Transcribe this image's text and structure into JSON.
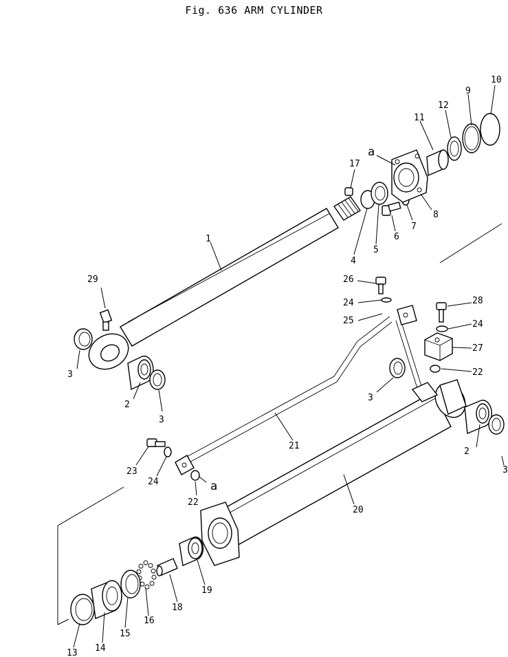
{
  "figure": {
    "title": "Fig. 636  ARM CYLINDER"
  },
  "callouts": [
    {
      "id": "c1",
      "text": "1"
    },
    {
      "id": "c2a",
      "text": "2"
    },
    {
      "id": "c2b",
      "text": "2"
    },
    {
      "id": "c3a",
      "text": "3"
    },
    {
      "id": "c3b",
      "text": "3"
    },
    {
      "id": "c3c",
      "text": "3"
    },
    {
      "id": "c3d",
      "text": "3"
    },
    {
      "id": "c4",
      "text": "4"
    },
    {
      "id": "c5",
      "text": "5"
    },
    {
      "id": "c6",
      "text": "6"
    },
    {
      "id": "c7",
      "text": "7"
    },
    {
      "id": "c8",
      "text": "8"
    },
    {
      "id": "c9",
      "text": "9"
    },
    {
      "id": "c10",
      "text": "10"
    },
    {
      "id": "c11",
      "text": "11"
    },
    {
      "id": "c12",
      "text": "12"
    },
    {
      "id": "c13",
      "text": "13"
    },
    {
      "id": "c14",
      "text": "14"
    },
    {
      "id": "c15",
      "text": "15"
    },
    {
      "id": "c16",
      "text": "16"
    },
    {
      "id": "c17",
      "text": "17"
    },
    {
      "id": "c18",
      "text": "18"
    },
    {
      "id": "c19",
      "text": "19"
    },
    {
      "id": "c20",
      "text": "20"
    },
    {
      "id": "c21",
      "text": "21"
    },
    {
      "id": "c22a",
      "text": "22"
    },
    {
      "id": "c22b",
      "text": "22"
    },
    {
      "id": "c23",
      "text": "23"
    },
    {
      "id": "c24a",
      "text": "24"
    },
    {
      "id": "c24b",
      "text": "24"
    },
    {
      "id": "c24c",
      "text": "24"
    },
    {
      "id": "c25",
      "text": "25"
    },
    {
      "id": "c26",
      "text": "26"
    },
    {
      "id": "c27",
      "text": "27"
    },
    {
      "id": "c28",
      "text": "28"
    },
    {
      "id": "c29",
      "text": "29"
    },
    {
      "id": "ma",
      "text": "a"
    },
    {
      "id": "mb",
      "text": "a"
    }
  ]
}
